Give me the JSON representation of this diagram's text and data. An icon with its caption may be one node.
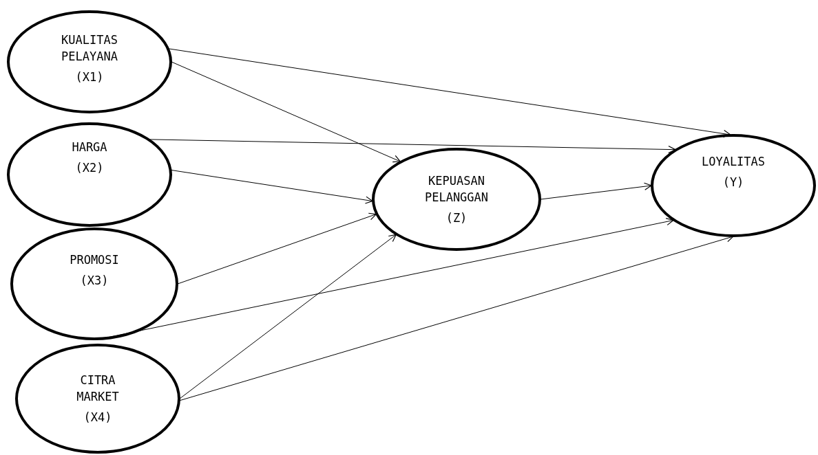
{
  "diagram": {
    "nodes": [
      {
        "text": [
          "KUALITAS PELAYANA",
          "(X1)"
        ]
      },
      {
        "text": [
          "HARGA",
          "(X2)"
        ]
      },
      {
        "text": [
          "PROMOSI",
          "(X3)"
        ]
      },
      {
        "text": [
          "CITRA MARKET",
          "(X4)"
        ]
      },
      {
        "text": [
          "KEPUASAN PELANGGAN",
          "(Z)"
        ]
      },
      {
        "text": [
          "LOYALITAS",
          "(Y)"
        ]
      }
    ],
    "edges": [
      {
        "from": 0,
        "to": 5,
        "arrow": "to"
      },
      {
        "from": 0,
        "to": 4,
        "arrow": "to"
      },
      {
        "from": 1,
        "to": 5,
        "arrow": "to"
      },
      {
        "from": 1,
        "to": 4,
        "arrow": "to"
      },
      {
        "from": 2,
        "to": 4,
        "arrow": "to"
      },
      {
        "from": 2,
        "to": 5,
        "arrow": "to"
      },
      {
        "from": 3,
        "to": 4,
        "arrow": "to"
      },
      {
        "from": 3,
        "to": 5,
        "arrow": "to"
      },
      {
        "from": 4,
        "to": 5,
        "arrow": "to"
      }
    ]
  }
}
